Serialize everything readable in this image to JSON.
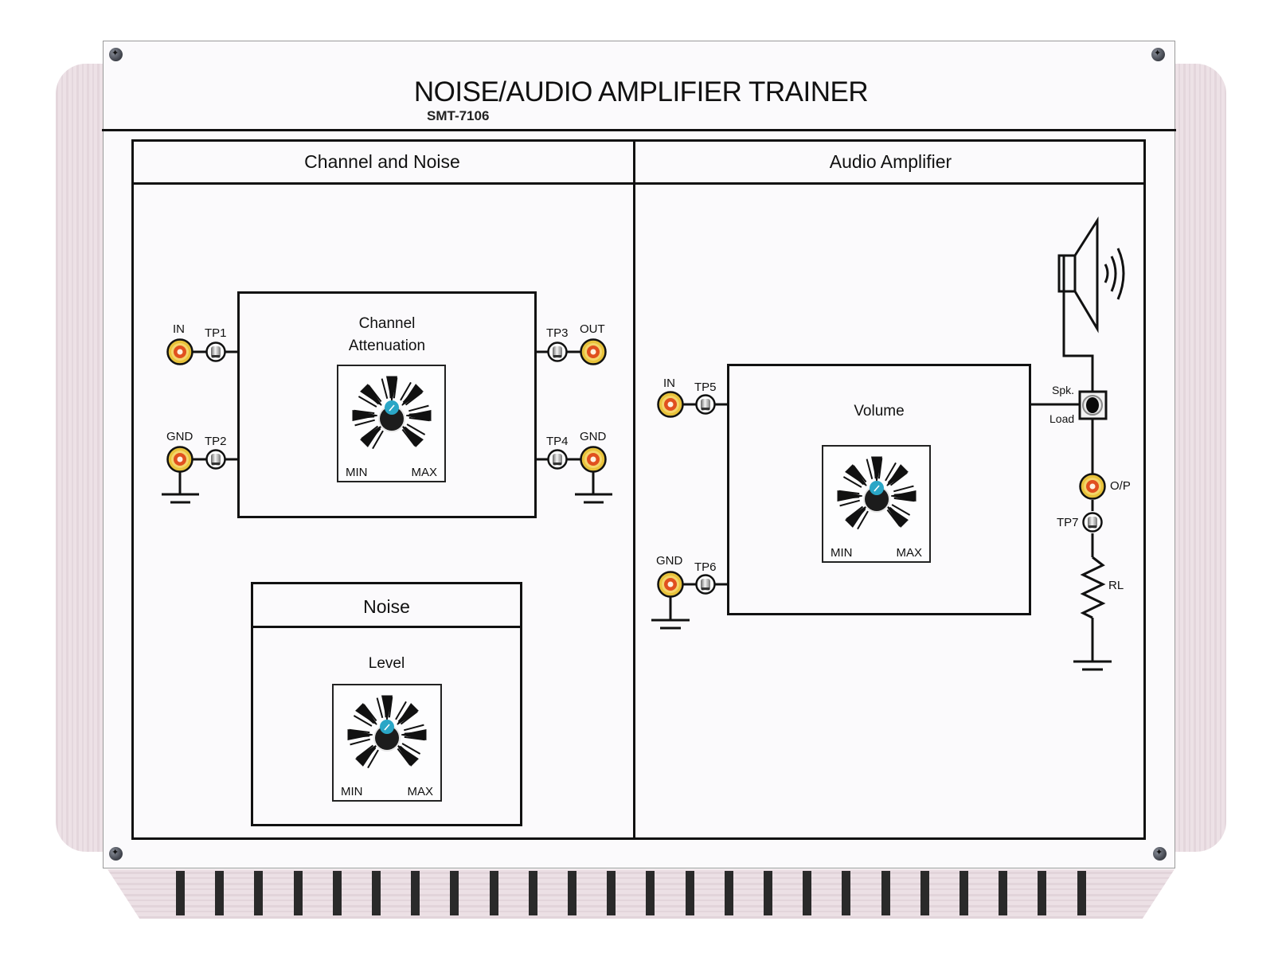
{
  "trainer": {
    "title": "NOISE/AUDIO AMPLIFIER TRAINER",
    "model": "SMT-7106"
  },
  "sections": {
    "channel_noise": {
      "header": "Channel and Noise",
      "channel_block": {
        "label_line1": "Channel",
        "label_line2": "Attenuation",
        "knob": {
          "min_label": "MIN",
          "max_label": "MAX"
        }
      },
      "terminals": {
        "in": "IN",
        "tp1": "TP1",
        "gnd_left": "GND",
        "tp2": "TP2",
        "tp3": "TP3",
        "out": "OUT",
        "tp4": "TP4",
        "gnd_right": "GND"
      },
      "noise_block": {
        "header": "Noise",
        "label": "Level",
        "knob": {
          "min_label": "MIN",
          "max_label": "MAX"
        }
      }
    },
    "audio_amplifier": {
      "header": "Audio Amplifier",
      "volume_block": {
        "label": "Volume",
        "knob": {
          "min_label": "MIN",
          "max_label": "MAX"
        }
      },
      "terminals": {
        "in": "IN",
        "tp5": "TP5",
        "gnd": "GND",
        "tp6": "TP6",
        "spk": "Spk.",
        "load": "Load",
        "op": "O/P",
        "tp7": "TP7",
        "rl": "RL"
      }
    }
  },
  "colors": {
    "knob_cap": "#2aa6c6",
    "jack_ring": "#e8c23a",
    "jack_center": "#e0501f",
    "line": "#111111"
  },
  "vent_slot_count": 24
}
